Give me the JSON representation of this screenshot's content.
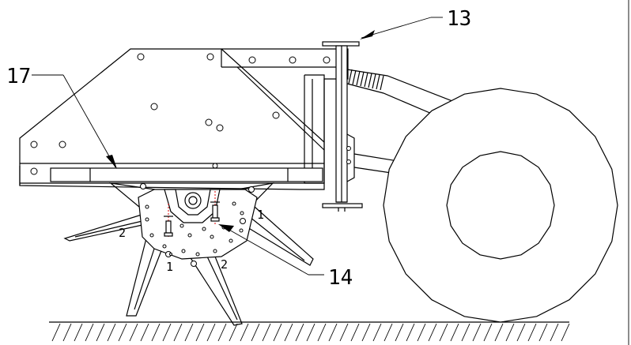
{
  "callouts": {
    "c13": "13",
    "c17": "17",
    "c14": "14"
  },
  "tine_labels": {
    "left": "2",
    "lower_left": "1",
    "lower_right": "2",
    "right": "1"
  }
}
